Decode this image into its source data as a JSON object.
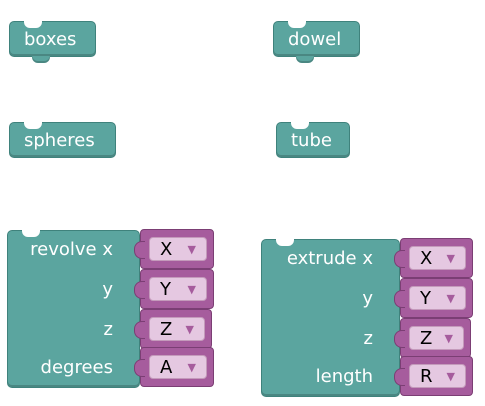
{
  "blocks": {
    "boxes": "boxes",
    "dowel": "dowel",
    "spheres": "spheres",
    "tube": "tube",
    "revolve": {
      "labels": [
        "revolve x",
        "y",
        "z",
        "degrees"
      ],
      "values": [
        "X",
        "Y",
        "Z",
        "A"
      ]
    },
    "extrude": {
      "labels": [
        "extrude x",
        "y",
        "z",
        "length"
      ],
      "values": [
        "X",
        "Y",
        "Z",
        "R"
      ]
    }
  },
  "dropdown_arrow": "▼",
  "colors": {
    "block": "#5ba59f",
    "input_slot": "#a65c9d",
    "dropdown": "#e5c8e1"
  }
}
